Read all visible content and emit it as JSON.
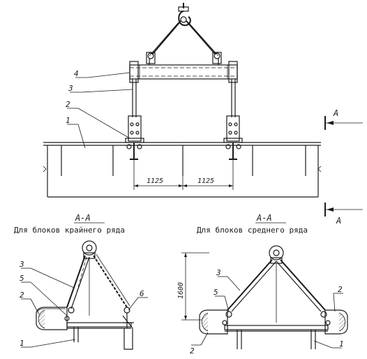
{
  "section_marker": "А",
  "section_title_left": "А-А",
  "section_title_right": "А-А",
  "caption_left": "Для блоков крайнего ряда",
  "caption_right": "Для блоков среднего ряда",
  "top_view": {
    "callouts": [
      "1",
      "2",
      "3",
      "4"
    ],
    "dimensions": [
      "1125",
      "1125"
    ]
  },
  "left_section": {
    "callouts": [
      "1",
      "2",
      "3",
      "5",
      "6"
    ]
  },
  "right_section": {
    "callouts": [
      "1",
      "2",
      "2",
      "3",
      "5"
    ],
    "height_dimension": "1600"
  }
}
